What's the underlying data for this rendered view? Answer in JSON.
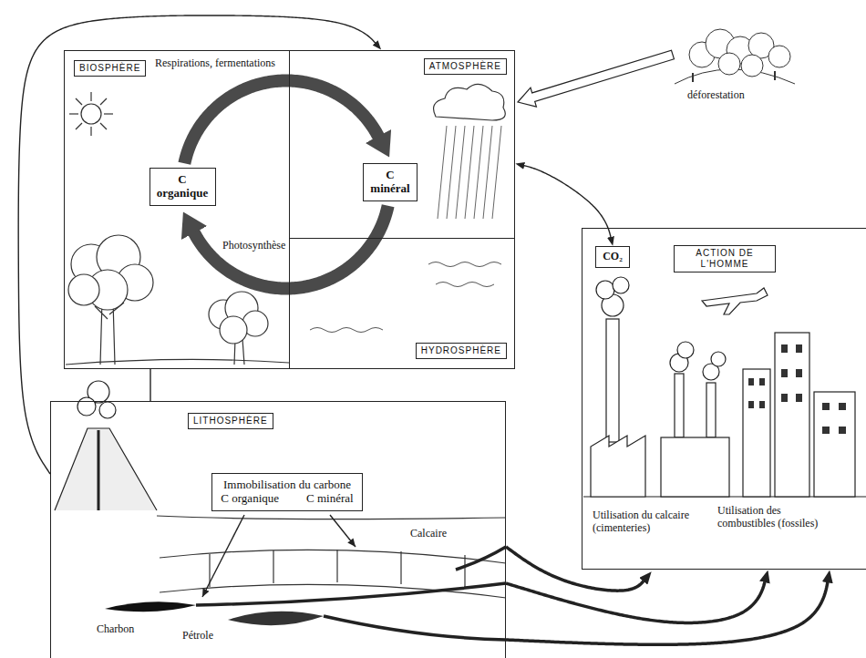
{
  "diagram": {
    "nodes": [
      {
        "text": [
          "BIOSPHÈRE"
        ]
      },
      {
        "text": [
          "ATMOSPHÈRE"
        ]
      },
      {
        "text": [
          "HYDROSPHÈRE"
        ]
      },
      {
        "text": [
          "C organique"
        ],
        "in": 0
      },
      {
        "text": [
          "C minéral"
        ],
        "in": 1
      },
      {
        "text": [
          "LITHOSPHÈRE"
        ]
      },
      {
        "text": [
          "Immobilisation du carbone",
          "C organique",
          "C minéral"
        ],
        "in": 5
      },
      {
        "text": [
          "ACTION DE L'HOMME"
        ]
      },
      {
        "text": [
          "CO₂"
        ],
        "in": 7
      }
    ],
    "edges": [
      {
        "from": 3,
        "to": 4,
        "arrow": "to",
        "label": "Respirations, fermentations"
      },
      {
        "from": 4,
        "to": 3,
        "arrow": "to",
        "label": "Photosynthèse"
      },
      {
        "from": 0,
        "to": 5,
        "arrow": "none"
      },
      {
        "from": 5,
        "to": 1,
        "arrow": "to"
      },
      {
        "from": 8,
        "to": 1,
        "arrow": "both"
      },
      {
        "from": 5,
        "to": 7,
        "arrow": "to"
      },
      {
        "from": 5,
        "to": 7,
        "arrow": "to"
      },
      {
        "from": 5,
        "to": 7,
        "arrow": "to"
      }
    ],
    "labels": [
      "déforestation",
      "Calcaire",
      "Charbon",
      "Pétrole",
      "Utilisation du calcaire (cimenteries)",
      "Utilisation des combustibles (fossiles)"
    ]
  }
}
